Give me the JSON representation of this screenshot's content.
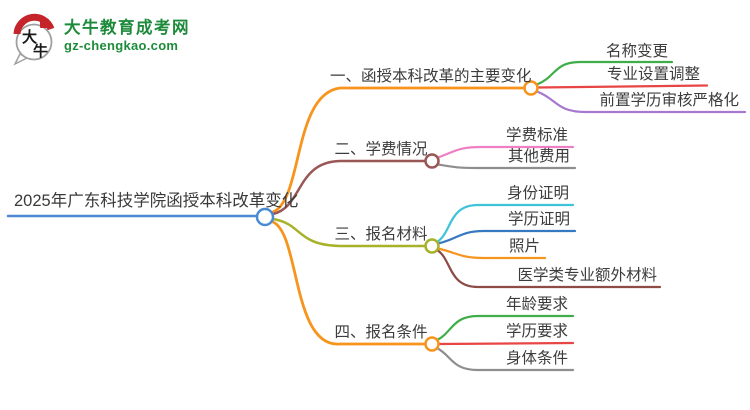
{
  "logo": {
    "icon_char_1": "大",
    "icon_char_2": "牛",
    "site_name": "大牛教育成考网",
    "site_url": "gz-chengkao.com",
    "brand_color": "#1e8a3c",
    "seal_color": "#c5242b"
  },
  "central": {
    "label": "2025年广东科技学院函授本科改革变化",
    "color": "#4a8bd4"
  },
  "branches": [
    {
      "label": "一、函授本科改革的主要变化",
      "color": "#f7941e",
      "children": [
        {
          "label": "名称变更",
          "color": "#3fae49"
        },
        {
          "label": "专业设置调整",
          "color": "#e84545"
        },
        {
          "label": "前置学历审核严格化",
          "color": "#a678d0"
        }
      ]
    },
    {
      "label": "二、学费情况",
      "color": "#995755",
      "children": [
        {
          "label": "学费标准",
          "color": "#ee7fc2"
        },
        {
          "label": "其他费用",
          "color": "#8e8e8e"
        }
      ]
    },
    {
      "label": "三、报名材料",
      "color": "#a8b229",
      "children": [
        {
          "label": "身份证明",
          "color": "#3fc3d9"
        },
        {
          "label": "学历证明",
          "color": "#3679c0"
        },
        {
          "label": "照片",
          "color": "#f7941e"
        },
        {
          "label": "医学类专业额外材料",
          "color": "#8c4b44"
        }
      ]
    },
    {
      "label": "四、报名条件",
      "color": "#f7941e",
      "children": [
        {
          "label": "年龄要求",
          "color": "#3fae49"
        },
        {
          "label": "学历要求",
          "color": "#e84545"
        },
        {
          "label": "身体条件",
          "color": "#8e8e8e"
        }
      ]
    }
  ]
}
